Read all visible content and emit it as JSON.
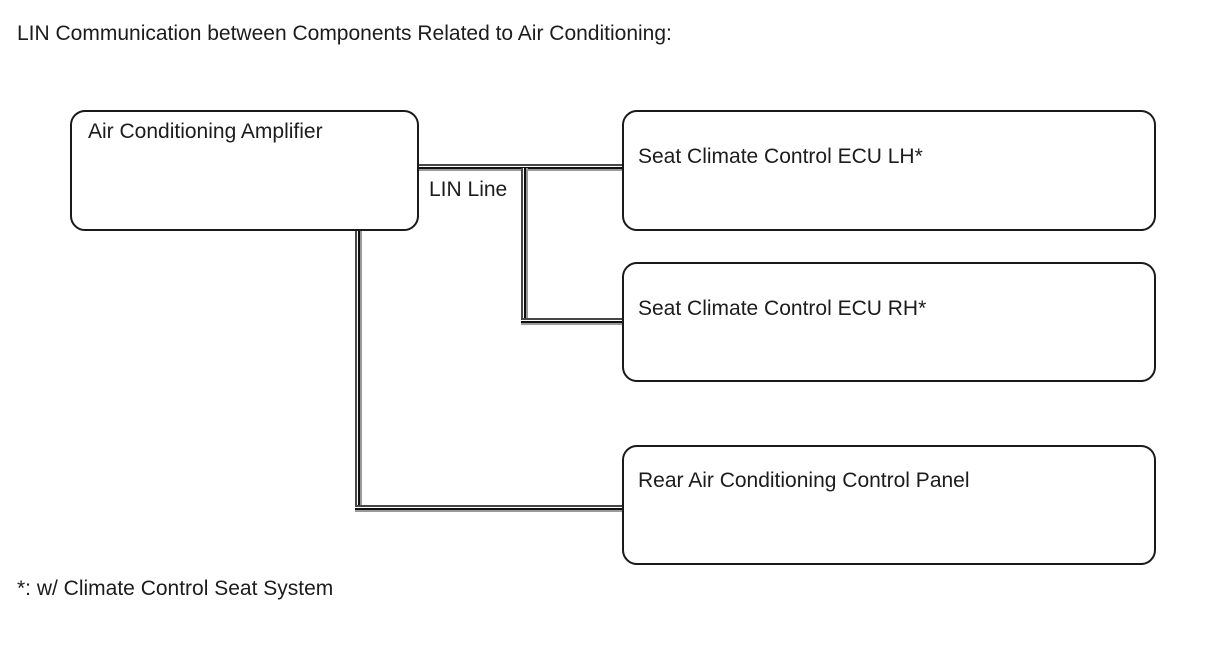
{
  "title": "LIN Communication between Components Related to Air Conditioning:",
  "footnote": "*: w/ Climate Control Seat System",
  "diagram": {
    "type": "communication-bus-diagram",
    "bus_label": "LIN Line",
    "nodes": [
      {
        "id": "air-conditioning-amplifier",
        "label": "Air Conditioning Amplifier"
      },
      {
        "id": "seat-climate-control-ecu-lh",
        "label": "Seat Climate Control ECU LH*"
      },
      {
        "id": "seat-climate-control-ecu-rh",
        "label": "Seat Climate Control ECU RH*"
      },
      {
        "id": "rear-air-conditioning-control-panel",
        "label": "Rear Air Conditioning Control Panel"
      }
    ],
    "connections": [
      {
        "from": "air-conditioning-amplifier",
        "to": "seat-climate-control-ecu-lh",
        "via": "LIN Line"
      },
      {
        "from": "air-conditioning-amplifier",
        "to": "seat-climate-control-ecu-rh",
        "via": "LIN Line"
      },
      {
        "from": "air-conditioning-amplifier",
        "to": "rear-air-conditioning-control-panel",
        "via": "LIN Line"
      }
    ],
    "colors": {
      "background": "#ffffff",
      "box_border": "#1a1a1a",
      "text": "#1c1c1c",
      "bus_line_dark": "#101010",
      "bus_line_gray": "#9a9a9a"
    }
  }
}
